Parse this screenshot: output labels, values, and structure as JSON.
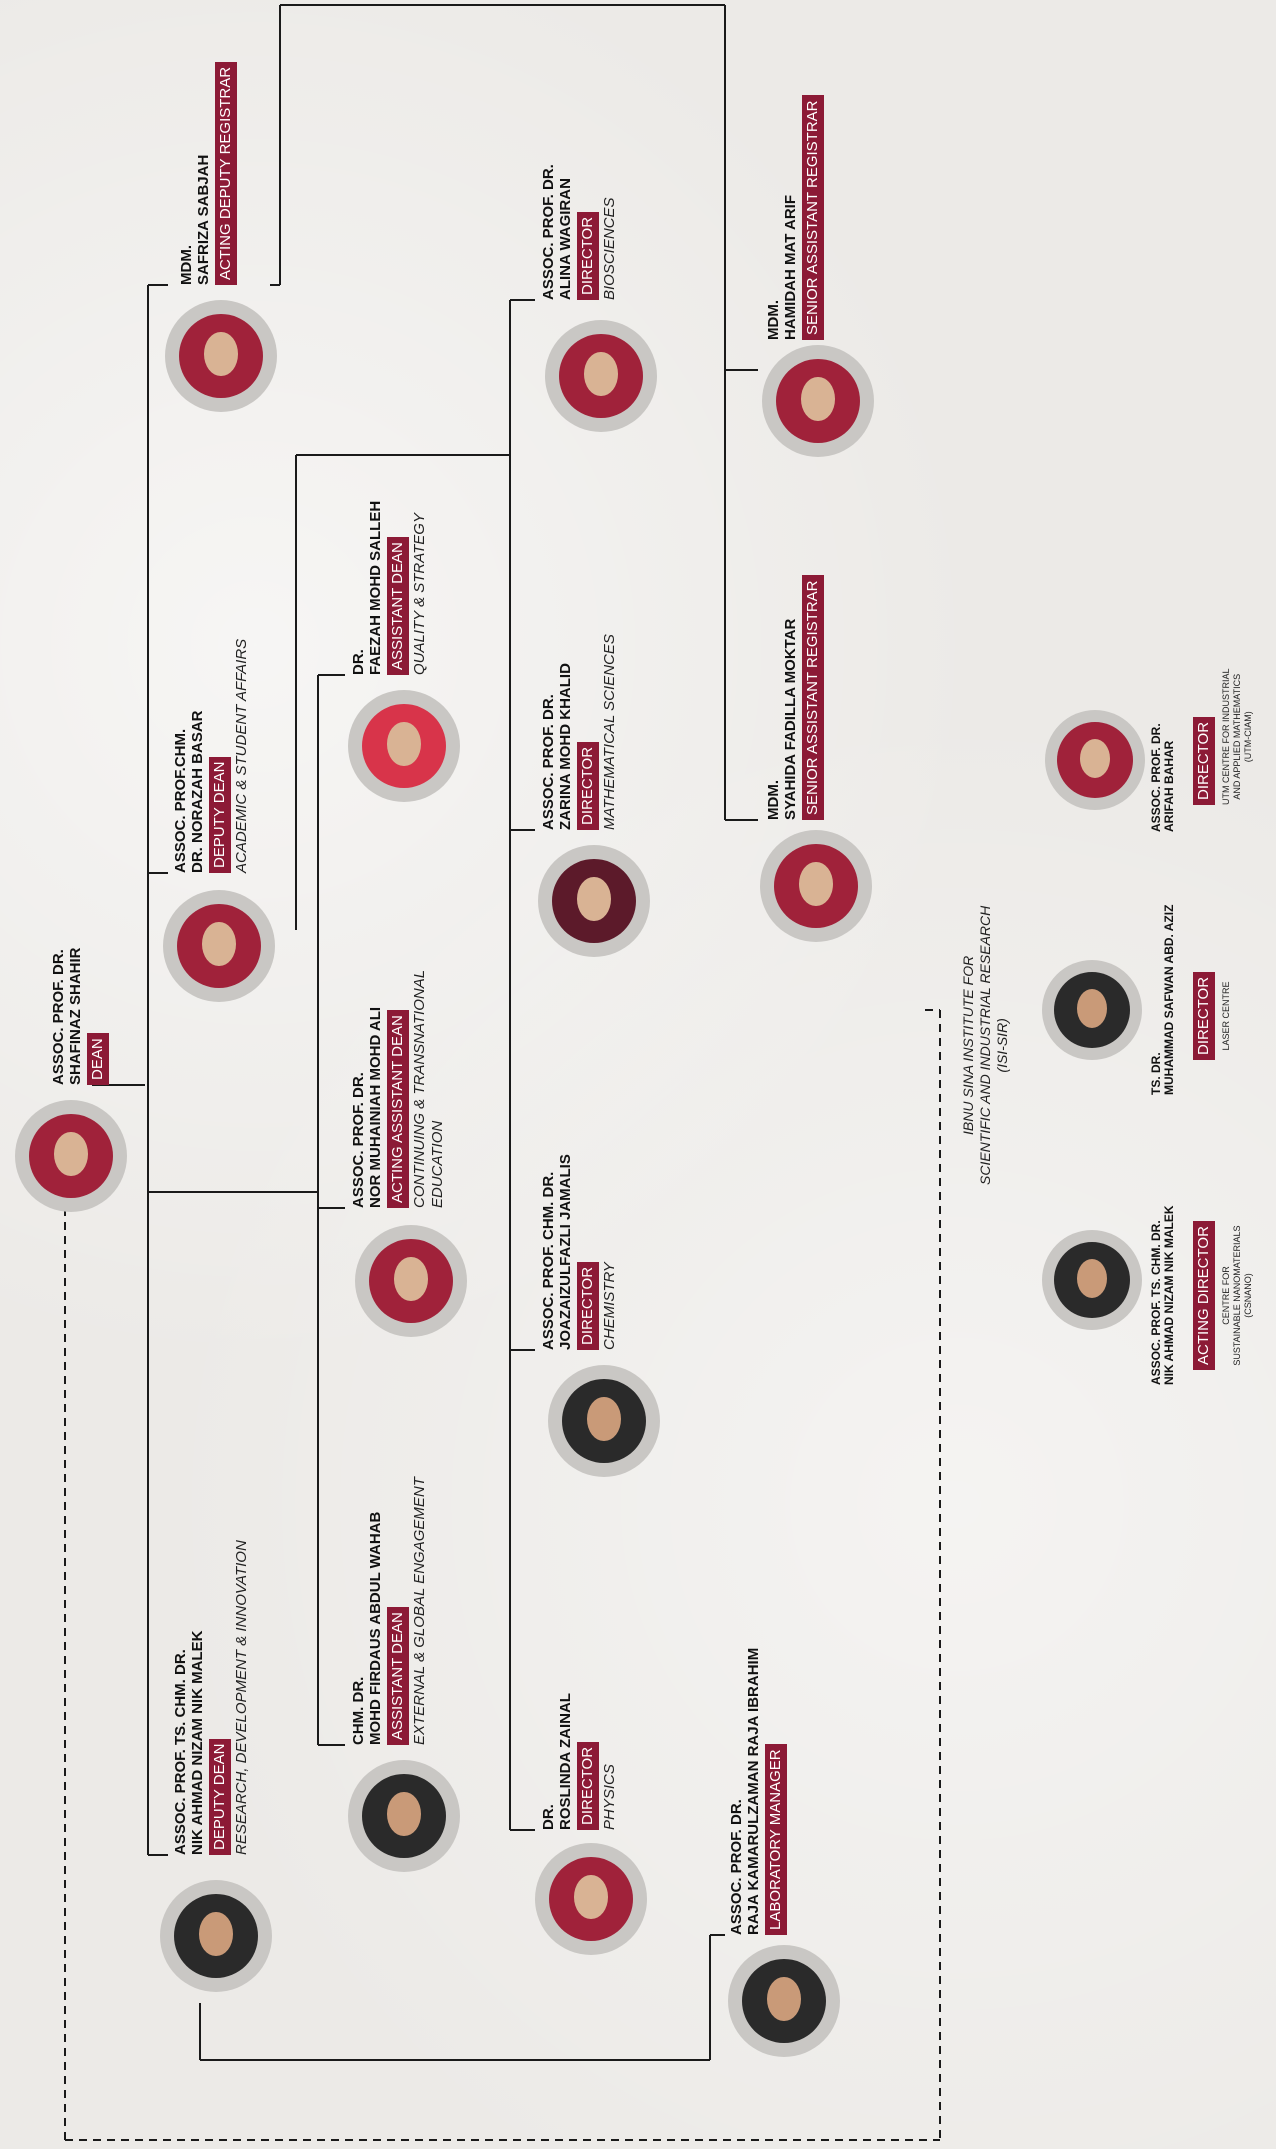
{
  "people": {
    "dean": {
      "honorific": "ASSOC. PROF. DR.",
      "name": "SHAFINAZ SHAHIR",
      "title": "DEAN"
    },
    "deputy_registrar": {
      "honorific": "MDM.",
      "name": "SAFRIZA SABJAH",
      "title": "ACTING DEPUTY REGISTRAR"
    },
    "deputy_dean_academic": {
      "honorific": "ASSOC. PROF.CHM.",
      "name": "DR. NORAZAH BASAR",
      "title": "DEPUTY DEAN",
      "portfolio": "ACADEMIC & STUDENT AFFAIRS"
    },
    "deputy_dean_research": {
      "honorific": "ASSOC. PROF. Ts. ChM. DR.",
      "name": "NIK AHMAD NIZAM NIK MALEK",
      "title": "DEPUTY DEAN",
      "portfolio": "RESEARCH, DEVELOPMENT & INNOVATION"
    },
    "asst_dean_quality": {
      "honorific": "DR.",
      "name": "FAEZAH MOHD SALLEH",
      "title": "ASSISTANT DEAN",
      "portfolio": "QUALITY & STRATEGY"
    },
    "asst_dean_continuing": {
      "honorific": "ASSOC. PROF. DR.",
      "name": "NOR MUHAINIAH MOHD ALI",
      "title": "ACTING ASSISTANT DEAN",
      "portfolio_line1": "CONTINUING & TRANSNATIONAL",
      "portfolio_line2": "EDUCATION"
    },
    "asst_dean_external": {
      "honorific": "CHM. DR.",
      "name": "MOHD FIRDAUS ABDUL WAHAB",
      "title": "ASSISTANT DEAN",
      "portfolio": "EXTERNAL & GLOBAL ENGAGEMENT"
    },
    "director_bio": {
      "honorific": "ASSOC. PROF. DR.",
      "name": "ALINA WAGIRAN",
      "title": "DIRECTOR",
      "portfolio": "BIOSCIENCES"
    },
    "director_math": {
      "honorific": "ASSOC. PROF. DR.",
      "name": "ZARINA MOHD KHALID",
      "title": "DIRECTOR",
      "portfolio": "MATHEMATICAL SCIENCES"
    },
    "director_chem": {
      "honorific": "ASSOC. PROF. ChM. DR.",
      "name": "JOAZAIZULFAZLI JAMALIS",
      "title": "DIRECTOR",
      "portfolio": "CHEMISTRY"
    },
    "director_phys": {
      "honorific": "DR.",
      "name": "ROSLINDA ZAINAL",
      "title": "DIRECTOR",
      "portfolio": "PHYSICS"
    },
    "sar_hamidah": {
      "honorific": "MDM.",
      "name": "HAMIDAH MAT ARIF",
      "title": "SENIOR ASSISTANT REGISTRAR"
    },
    "sar_syahida": {
      "honorific": "MDM.",
      "name": "SYAHIDA FADILLA MOKTAR",
      "title": "SENIOR ASSISTANT REGISTRAR"
    },
    "lab_manager": {
      "honorific": "ASSOC. PROF. DR.",
      "name": "RAJA KAMARULZAMAN RAJA IBRAHIM",
      "title": "LABORATORY MANAGER"
    },
    "ciam": {
      "honorific": "ASSOC. PROF. DR.",
      "name": "ARIFAH BAHAR",
      "title": "DIRECTOR",
      "centre_line1": "UTM CENTRE FOR INDUSTRIAL",
      "centre_line2": "AND APPLIED MATHEMATICS",
      "centre_line3": "(UTM-CIAM)"
    },
    "laser": {
      "honorific": "Ts. DR.",
      "name": "MUHAMMAD SAFWAN ABD. AZIZ",
      "title": "DIRECTOR",
      "centre_line1": "LASER CENTRE"
    },
    "csnano": {
      "honorific": "ASSOC. PROF. Ts. ChM. DR.",
      "name": "NIK AHMAD NIZAM NIK MALEK",
      "title": "ACTING DIRECTOR",
      "centre_line1": "CENTRE FOR",
      "centre_line2": "SUSTAINABLE NANOMATERIALS",
      "centre_line3": "(CSNANO)"
    }
  },
  "institute": {
    "line1": "IBNU SINA INSTITUTE FOR",
    "line2": "SCIENTIFIC AND INDUSTRIAL RESEARCH",
    "line3": "(ISI-SIR)"
  }
}
